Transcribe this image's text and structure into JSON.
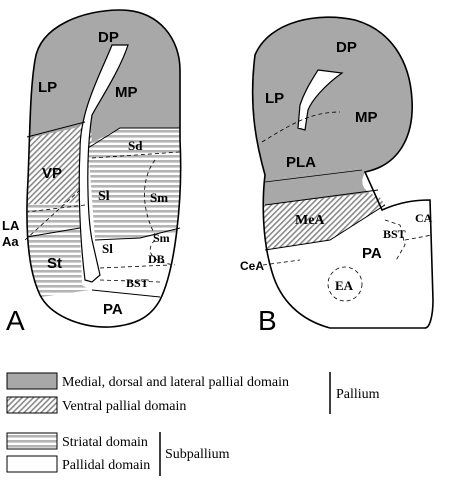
{
  "colors": {
    "pallial": "#a8a8a8",
    "outline": "#000000",
    "background": "#ffffff",
    "stripe": "#b0b0b0"
  },
  "panelA": {
    "letter": "A",
    "labels": {
      "dp": "DP",
      "lp": "LP",
      "mp": "MP",
      "vp": "VP",
      "la": "LA",
      "aa": "Aa",
      "st": "St",
      "sd": "Sd",
      "sl_upper": "Sl",
      "sl_lower": "Sl",
      "sm_upper": "Sm",
      "sm_lower": "Sm",
      "db": "DB",
      "bst": "BST",
      "pa": "PA"
    }
  },
  "panelB": {
    "letter": "B",
    "labels": {
      "dp": "DP",
      "lp": "LP",
      "mp": "MP",
      "pla": "PLA",
      "mea": "MeA",
      "cea": "CeA",
      "ca": "CA",
      "bst": "BST",
      "pa": "PA",
      "ea": "EA"
    }
  },
  "legend": {
    "medial_dorsal_lateral": "Medial, dorsal and lateral pallial domain",
    "ventral": "Ventral pallial domain",
    "pallium": "Pallium",
    "striatal": "Striatal domain",
    "pallidal": "Pallidal domain",
    "subpallium": "Subpallium"
  }
}
